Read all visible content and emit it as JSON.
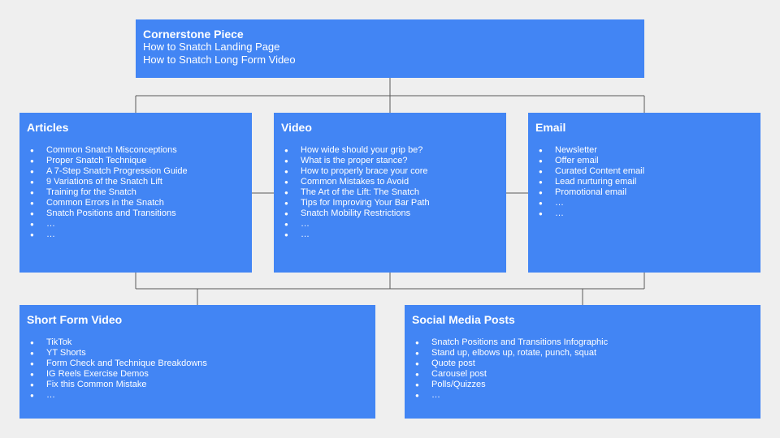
{
  "cornerstone": {
    "title": "Cornerstone Piece",
    "lines": [
      "How to Snatch Landing Page",
      "How to Snatch Long Form Video"
    ]
  },
  "articles": {
    "title": "Articles",
    "items": [
      "Common Snatch Misconceptions",
      "Proper Snatch Technique",
      "A 7-Step Snatch Progression Guide",
      "9 Variations of the Snatch Lift",
      "Training for the Snatch",
      "Common Errors in the Snatch",
      "Snatch Positions and Transitions",
      "…",
      "…"
    ]
  },
  "video": {
    "title": "Video",
    "items": [
      "How wide should your grip be?",
      "What is the proper stance?",
      "How to properly brace your core",
      "Common Mistakes to Avoid",
      "The Art of the Lift: The Snatch",
      "Tips for Improving Your Bar Path",
      "Snatch Mobility Restrictions",
      "…",
      "…"
    ]
  },
  "email": {
    "title": "Email",
    "items": [
      "Newsletter",
      "Offer email",
      "Curated Content email",
      "Lead nurturing email",
      "Promotional email",
      "…",
      "…"
    ]
  },
  "short_form": {
    "title": "Short Form Video",
    "items": [
      "TikTok",
      "YT Shorts",
      "Form Check and Technique Breakdowns",
      "IG Reels Exercise Demos",
      "Fix this Common Mistake",
      "…"
    ]
  },
  "social": {
    "title": "Social Media Posts",
    "items": [
      "Snatch Positions and Transitions Infographic",
      "Stand up, elbows up, rotate, punch, squat",
      "Quote post",
      "Carousel post",
      "Polls/Quizzes",
      "…"
    ]
  },
  "colors": {
    "box": "#4285f4",
    "background": "#efefef",
    "connector": "#595959"
  }
}
